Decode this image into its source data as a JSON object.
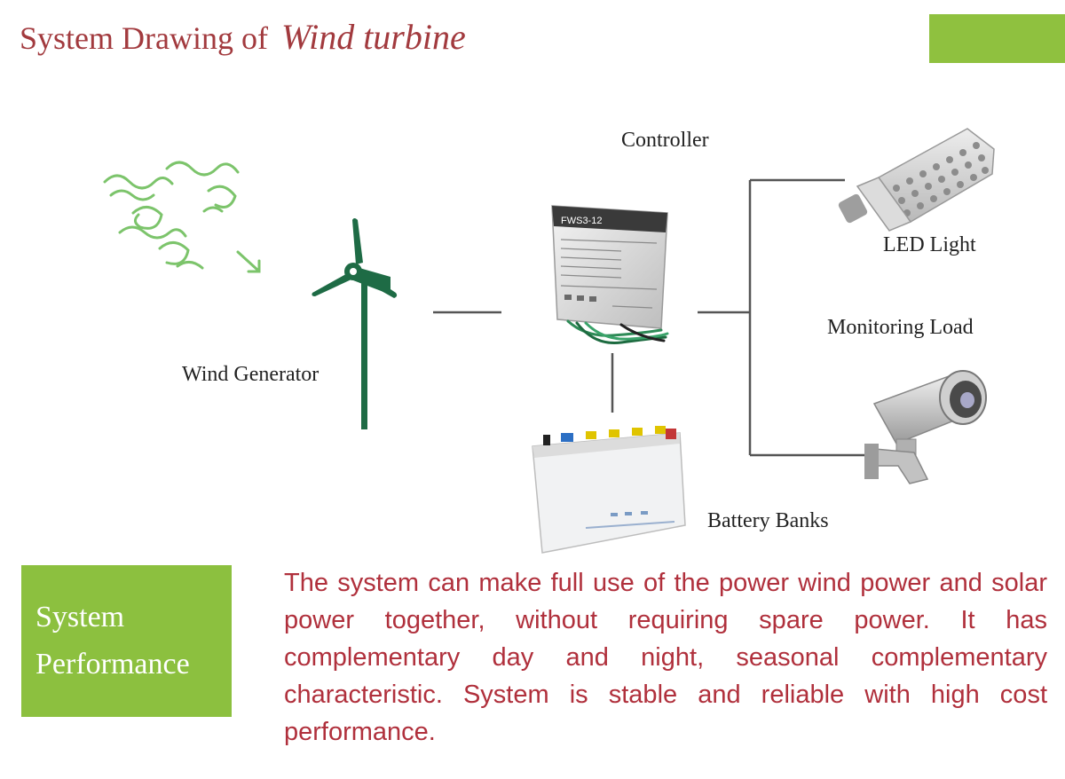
{
  "header": {
    "title_prefix": "System Drawing of",
    "title_accent": "Wind turbine"
  },
  "colors": {
    "title": "#a23a3e",
    "accent_green": "#8fc13f",
    "body_text": "#b0303c",
    "turbine_green": "#1e6b45"
  },
  "diagram": {
    "labels": {
      "controller": "Controller",
      "led_light": "LED Light",
      "monitoring_load": "Monitoring Load",
      "wind_generator": "Wind Generator",
      "battery_banks": "Battery Banks"
    },
    "device_text": {
      "controller_model": "FWS3-12"
    },
    "icons": [
      "wind-icon",
      "wind-turbine-icon",
      "controller-icon",
      "led-light-icon",
      "security-camera-icon",
      "battery-icon"
    ]
  },
  "performance": {
    "heading_line1": "System",
    "heading_line2": "Performance",
    "description": "The system can make full use of the power wind power and solar power together, without requiring spare power. It has complementary day and night, seasonal complementary characteristic. System is stable and reliable with high cost performance."
  }
}
